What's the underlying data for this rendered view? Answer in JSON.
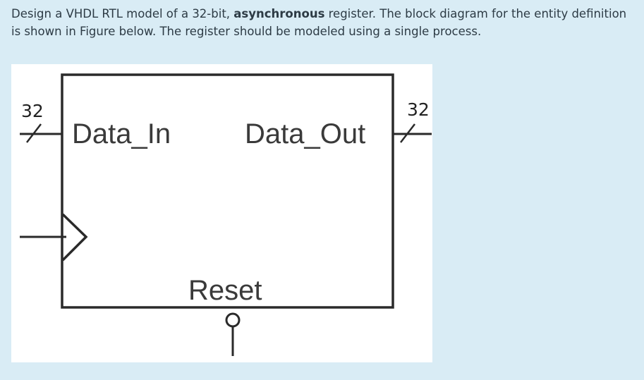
{
  "question": {
    "text_before_bold": "Design a VHDL RTL model of a 32-bit, ",
    "bold_text": "asynchronous",
    "text_after_bold": " register. The block diagram for the entity definition is shown in Figure below.  The register should be modeled using a single process."
  },
  "diagram": {
    "input_bus_width": "32",
    "output_bus_width": "32",
    "input_port_label": "Data_In",
    "output_port_label": "Data_Out",
    "reset_port_label": "Reset"
  }
}
